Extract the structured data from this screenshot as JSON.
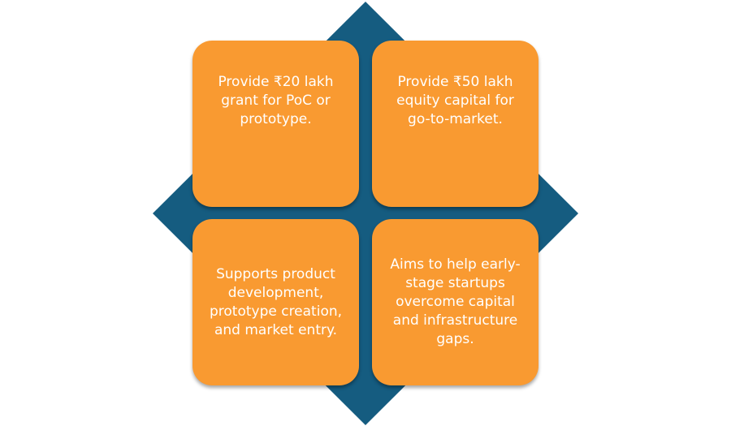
{
  "colors": {
    "diamond": "#155c80",
    "tile": "#f99a31",
    "tile_text": "#ffffff"
  },
  "tiles": [
    {
      "text": "Provide ₹20 lakh\ngrant for PoC or\nprototype."
    },
    {
      "text": "Provide ₹50 lakh\nequity capital for\ngo-to-market."
    },
    {
      "text": "Supports product\ndevelopment,\nprototype creation,\nand market entry."
    },
    {
      "text": "Aims to help early-\nstage startups\novercome capital\nand infrastructure\ngaps."
    }
  ]
}
